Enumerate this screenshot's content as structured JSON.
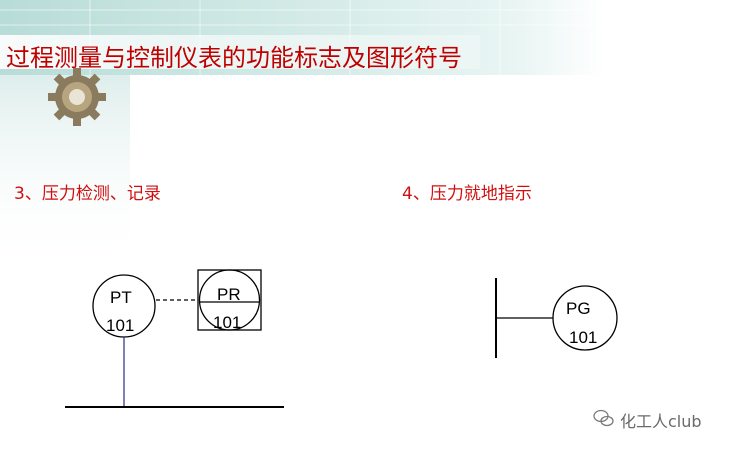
{
  "slide": {
    "title": "过程测量与控制仪表的功能标志及图形符号",
    "section3": "3、压力检测、记录",
    "section4": "4、压力就地指示"
  },
  "instruments": {
    "pt": {
      "code": "PT",
      "number": "101"
    },
    "pr": {
      "code": "PR",
      "number": "101"
    },
    "pg": {
      "code": "PG",
      "number": "101"
    }
  },
  "watermark": {
    "text": "化工人club",
    "icon": "wechat-icon"
  },
  "colors": {
    "title": "#c00000",
    "section": "#d01010",
    "banner": "#cfe8e6",
    "signal_line": "#2a2a8a"
  }
}
